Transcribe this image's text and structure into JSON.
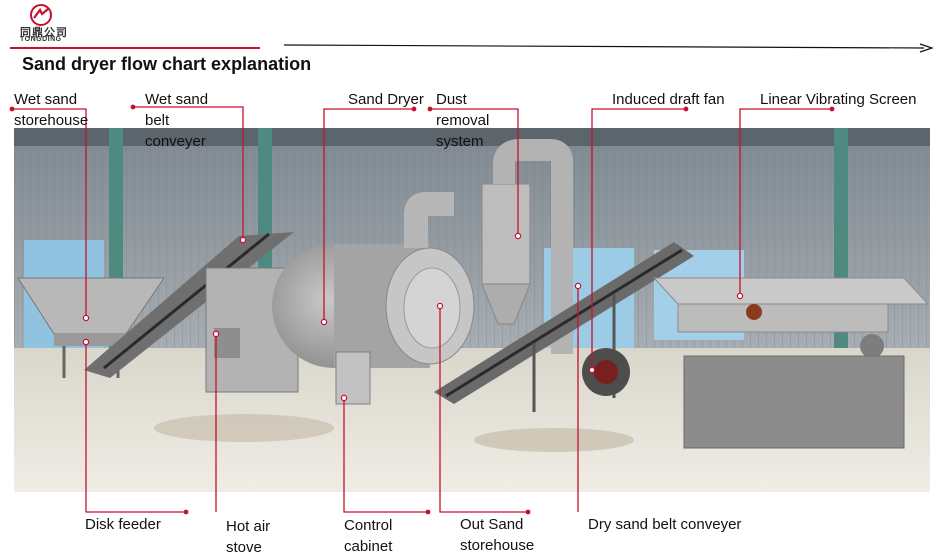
{
  "header": {
    "logo_cn": "同鼎公司",
    "logo_en": "TONGDING",
    "title": "Sand dryer flow chart explanation"
  },
  "labels": {
    "wet_sand_storehouse": [
      "Wet sand",
      "storehouse"
    ],
    "wet_sand_belt_conveyer": [
      "Wet sand",
      "belt",
      "conveyer"
    ],
    "sand_dryer": "Sand Dryer",
    "dust_removal_system": [
      "Dust",
      "removal",
      "system"
    ],
    "induced_draft_fan": "Induced draft fan",
    "linear_vibrating_screen": "Linear Vibrating Screen",
    "disk_feeder": "Disk feeder",
    "hot_air_stove": [
      "Hot air",
      "stove"
    ],
    "control_cabinet": [
      "Control",
      "cabinet"
    ],
    "out_sand_storehouse": [
      "Out Sand",
      "storehouse"
    ],
    "dry_sand_belt_conveyer": "Dry sand belt conveyer"
  },
  "colors": {
    "accent": "#c8102e",
    "leader": "#c8102e"
  }
}
